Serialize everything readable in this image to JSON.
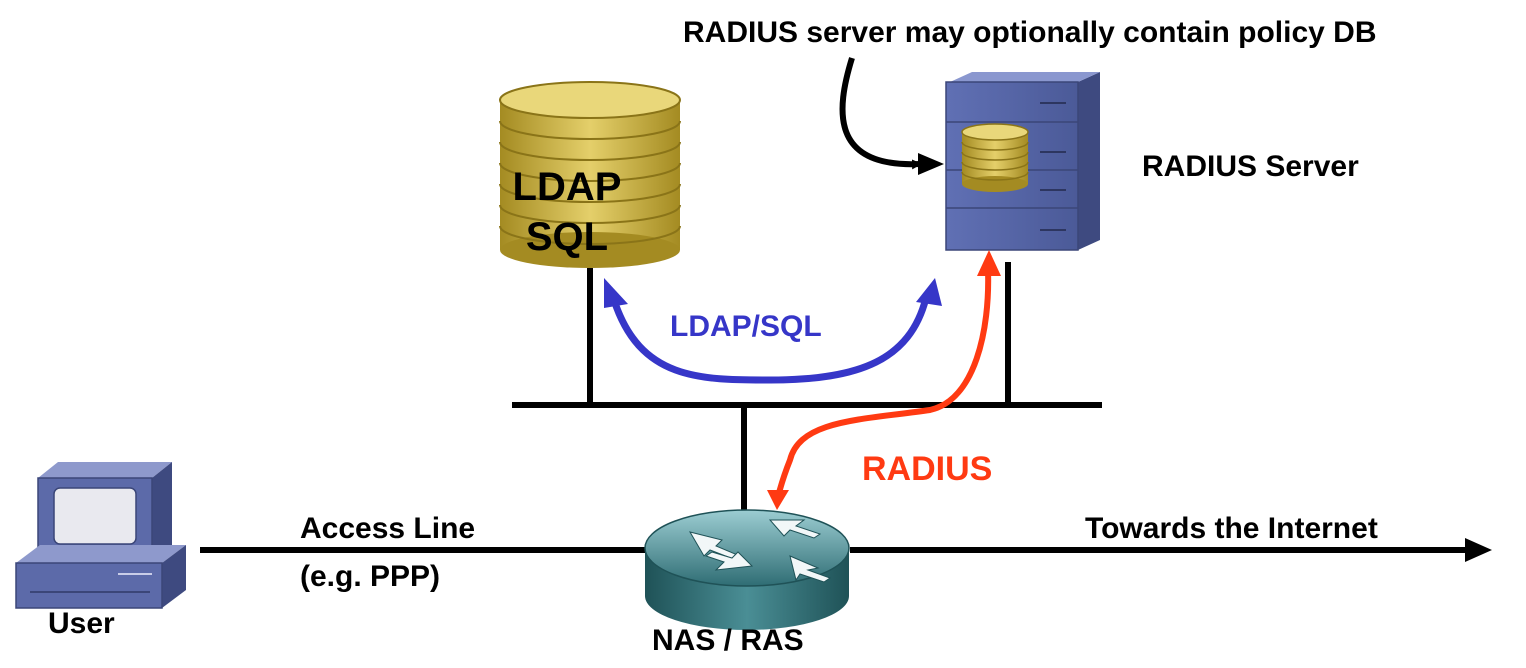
{
  "annotation": "RADIUS server may optionally contain policy DB",
  "radius_server": {
    "label": "RADIUS Server"
  },
  "database": {
    "line1": "LDAP",
    "line2": "SQL"
  },
  "links": {
    "ldap_sql": "LDAP/SQL",
    "radius": "RADIUS"
  },
  "access_line": {
    "line1": "Access Line",
    "line2": "(e.g. PPP)"
  },
  "internet_label": "Towards the Internet",
  "user_label": "User",
  "nas_label": "NAS / RAS",
  "colors": {
    "ldap_arrow": "#3636c8",
    "radius_arrow": "#ff3a12",
    "db_gold": "#c9ad3a",
    "server_blue": "#5a6aa8",
    "router_teal": "#3b7f86"
  }
}
